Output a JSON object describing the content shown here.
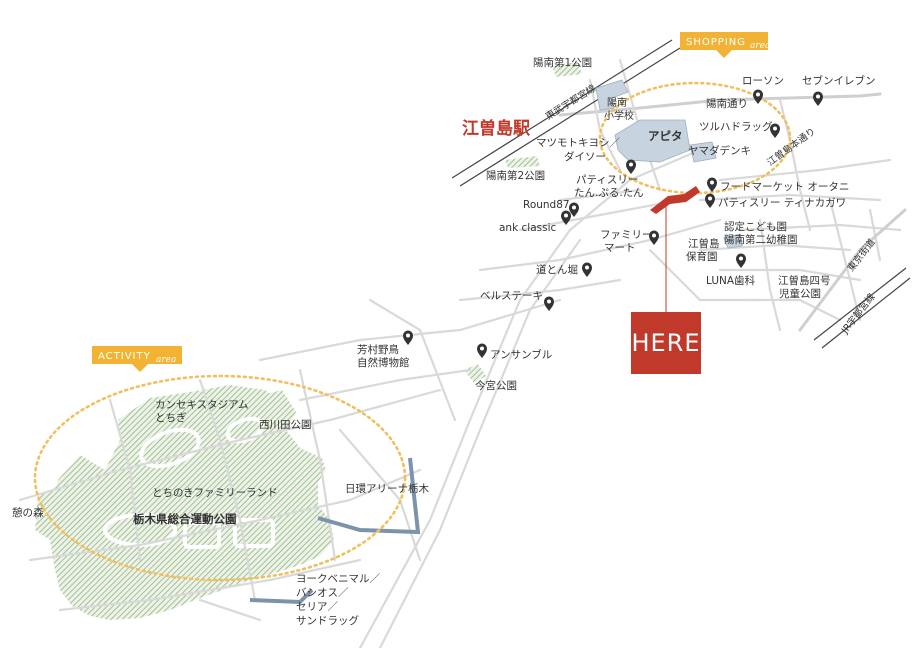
{
  "areas": {
    "shopping": {
      "title": "SHOPPING",
      "script": "area"
    },
    "activity": {
      "title": "ACTIVITY",
      "script": "area"
    }
  },
  "station": {
    "name": "江曽島駅"
  },
  "here": {
    "label": "HERE"
  },
  "railways": {
    "tobu": "東武宇都宮線",
    "jr": "JR宇都宮線"
  },
  "roads": {
    "younan_dori": "陽南通り",
    "esojima_hondori": "江曽島本通り",
    "tokyo_kaido": "東京街道"
  },
  "places": {
    "younan1_park": "陽南第1公園",
    "younan_school": [
      "陽南",
      "小学校"
    ],
    "younan2_park": "陽南第2公園",
    "apita": "アピタ",
    "yamada": "ヤマダデンキ",
    "matsumoto": [
      "マツモトキヨシ／",
      "ダイソー"
    ],
    "lawson": "ローソン",
    "seven": "セブンイレブン",
    "tsuruha": "ツルハドラッグ",
    "food_market": "フードマーケット オータニ",
    "patisserie_tina": "パティスリー ティナカガワ",
    "patisserie_tan": [
      "パティスリー",
      "たん.ぷる.たん"
    ],
    "round87": "Round87",
    "ank": "ank classic",
    "familymart": [
      "ファミリー",
      "マート"
    ],
    "nintei": [
      "認定こども園",
      "陽南第二幼稚園"
    ],
    "esojima_nursery": [
      "江曽島",
      "保育園"
    ],
    "luna": "LUNA歯科",
    "esojima4_park": [
      "江曽島四号",
      "児童公園"
    ],
    "dotonbori": "道とん堀",
    "bell": "ベルステーキ",
    "haganomuseum": [
      "芳村野鳥",
      "自然博物館"
    ],
    "ansample": "アンサンブル",
    "imamiya_park": "今宮公園",
    "kanseki": [
      "カンセキスタジアム",
      "とちぎ"
    ],
    "nishikawada_park": "西川田公園",
    "tochinoki_family": "とちのきファミリーランド",
    "sogo_park": "栃木県総合運動公園",
    "nikkan_arena": "日環アリーナ栃木",
    "kei_no_mori": "憩の森",
    "york": [
      "ヨークベニマル／",
      "バシオス／",
      "セリア／",
      "サンドラッグ"
    ]
  },
  "colors": {
    "road": "#d9d9d9",
    "rail": "#444444",
    "park_hatch": "#8fb47d",
    "building": "#c7d3de",
    "dotted_circle": "#f0c060",
    "banner": "#f2b233",
    "here": "#c0392b",
    "site": "#c0392b",
    "pin": "#333333",
    "arena": "#7d93ab"
  }
}
